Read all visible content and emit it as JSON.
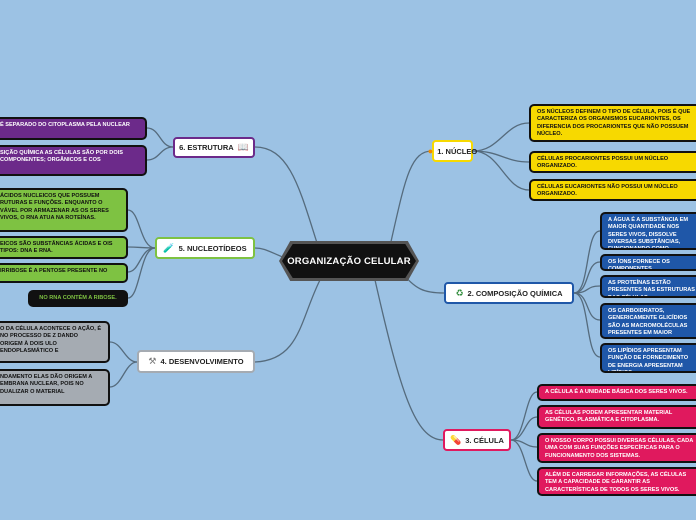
{
  "central": {
    "label": "ORGANIZAÇÃO CELULAR"
  },
  "colors": {
    "background": "#9cc2e4",
    "nucleo": "#f7d900",
    "composicao": "#1f57a8",
    "celula": "#e0195e",
    "estrutura": "#6c2a8a",
    "nucleotideos": "#7ec242",
    "desenvolvimento": "#a5abb2"
  },
  "branches": {
    "nucleo": {
      "label": "1. NÚCLEO",
      "icon": "orange-circle-icon",
      "leaves": [
        "OS NÚCLEOS DEFINEM O TIPO DE CÉLULA, POIS É QUE CARACTERIZA OS ORGANISMOS EUCARIONTES, OS DIFERENCIA DOS PROCARIONTES QUE NÃO POSSUEM NÚCLEO.",
        "CÉLULAS PROCARIONTES POSSUI UM NÚCLEO ORGANIZADO.",
        "CÉLULAS EUCARIONTES NÃO POSSUI UM NÚCLEO ORGANIZADO."
      ]
    },
    "composicao": {
      "label": "2. COMPOSIÇÃO QUÍMICA",
      "icon": "recycle-icon",
      "leaves": [
        "A ÁGUA É A SUBSTÂNCIA EM MAIOR QUANTIDADE NOS SERES VIVOS, DISSOLVE DIVERSAS SUBSTÂNCIAS, FUNCIONANDO COMO SOLVENTE UNIVERSAL.",
        "OS ÍONS FORNECE OS COMPONENTES",
        "AS PROTEÍNAS ESTÃO PRESENTES NAS ESTRUTURAS DAS CÉLULAS.",
        "OS CARBOIDRATOS, GENERICAMENTE GLICÍDIOS SÃO AS MACROMOLÉCULAS PRESENTES EM MAIOR QUANTIDADE NO PLANETA E DESTACAM-SE COMO",
        "OS LIPÍDIOS APRESENTAM FUNÇÃO DE FORNECIMENTO DE ENERGIA APRESENTAM LIPÍDIOS."
      ]
    },
    "celula": {
      "label": "3. CÉLULA",
      "icon": "capsule-icon",
      "leaves": [
        "A CÉLULA É A UNIDADE BÁSICA DOS SERES VIVOS.",
        "AS CÉLULAS PODEM APRESENTAR MATERIAL GENÉTICO, PLASMÁTICA E CITOPLASMA.",
        "O NOSSO CORPO POSSUI DIVERSAS CÉLULAS, CADA UMA COM SUAS FUNÇÕES ESPECÍFICAS PARA O FUNCIONAMENTO DOS SISTEMAS.",
        "ALÉM DE CARREGAR INFORMAÇÕES, AS CÉLULAS TEM A CAPACIDADE DE GARANTIR AS CARACTERÍSTICAS DE TODOS OS SERES VIVOS."
      ]
    },
    "estrutura": {
      "label": "6. ESTRUTURA",
      "icon": "book-icon",
      "leaves": [
        "É SEPARADO DO CITOPLASMA PELA NUCLEAR",
        "SIÇÃO QUÍMICA AS CÉLULAS SÃO POR DOIS COMPONENTES; ORGÂNICOS E COS"
      ]
    },
    "nucleotideos": {
      "label": "5. NUCLEOTÍDEOS",
      "icon": "test-tube-icon",
      "leaves": [
        "ÁCIDOS NUCLEICOS QUE POSSUEM RUTURAS E FUNÇÕES. ENQUANTO O VÁVEL POR ARMAZENAR AS OS SERES VIVOS, O RNA ATUA NA ROTEÍNAS.",
        "EICOS SÃO SUBSTÂNCIAS ÁCIDAS E OIS TIPOS: DNA E RNA.",
        "IRRIBOSE É A PENTOSE PRESENTE NO",
        "NO RNA CONTÉM A RIBOSE."
      ]
    },
    "desenvolvimento": {
      "label": "4. DESENVOLVIMENTO",
      "icon": "tools-icon",
      "leaves": [
        "O DA CÉLULA ACONTECE O AÇÃO, É NO PROCESSO DE Z DANDO ORIGEM À DOIS ULO ENDOPLASMÁTICO E",
        "NDAMENTO ELAS DÃO ORIGEM A EMBRANA NUCLEAR, POIS NO DUALIZAR O MATERIAL"
      ]
    }
  }
}
